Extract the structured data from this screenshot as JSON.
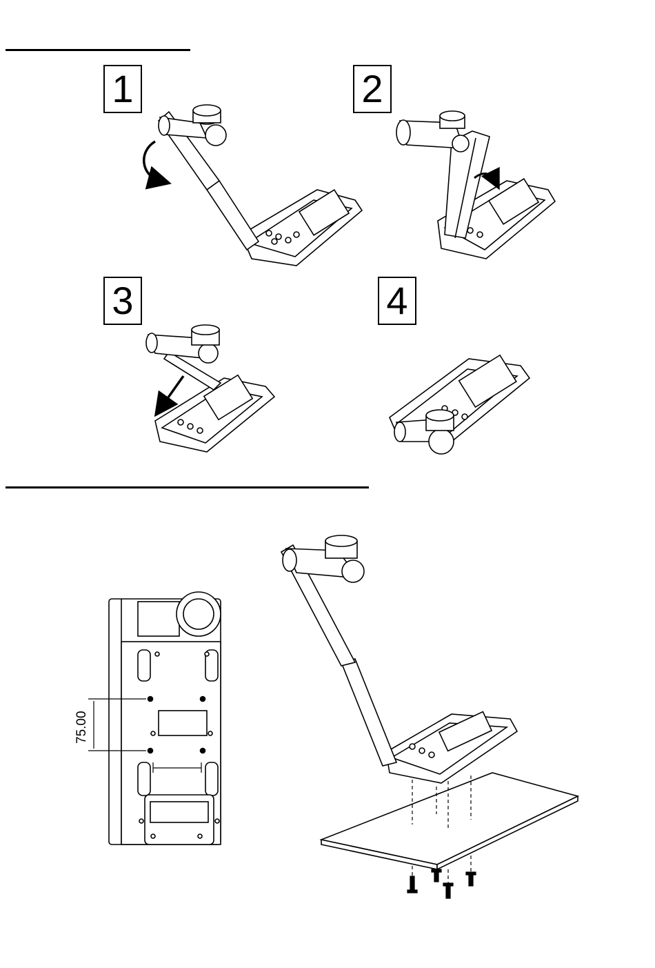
{
  "steps": [
    {
      "label": "1"
    },
    {
      "label": "2"
    },
    {
      "label": "3"
    },
    {
      "label": "4"
    }
  ],
  "mounting": {
    "dimension_label": "75.00"
  }
}
